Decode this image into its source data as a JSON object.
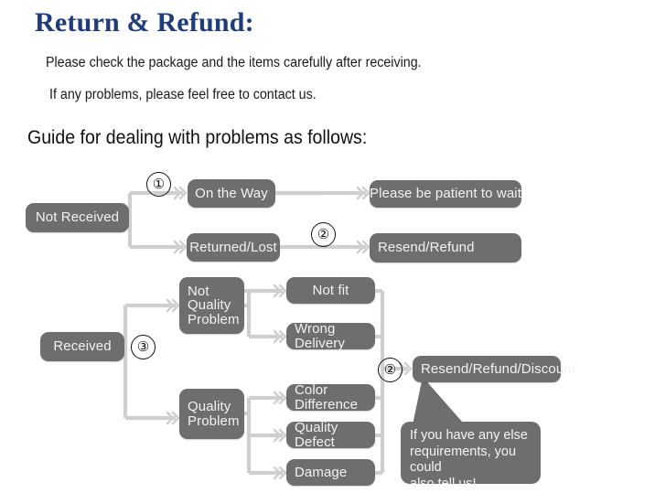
{
  "header": {
    "title": "Return & Refund:",
    "line1": "Please check the package and the items carefully after receiving.",
    "line2": "If any problems, please feel free to contact us.",
    "guide": "Guide for dealing with problems as follows:"
  },
  "colors": {
    "title": "#1f3d7a",
    "node_fill": "#6e6e6e",
    "node_text": "#f2f2f2",
    "connector": "#cfcfcf",
    "background": "#ffffff"
  },
  "flow": {
    "steps": [
      {
        "id": "step-1",
        "label": "①"
      },
      {
        "id": "step-2a",
        "label": "②"
      },
      {
        "id": "step-3",
        "label": "③"
      },
      {
        "id": "step-2b",
        "label": "②"
      }
    ],
    "nodes": [
      {
        "id": "not-received",
        "label": "Not Received"
      },
      {
        "id": "on-the-way",
        "label": "On the Way"
      },
      {
        "id": "returned-lost",
        "label": "Returned/Lost"
      },
      {
        "id": "please-be-patient",
        "label": "Please be patient to wait"
      },
      {
        "id": "resend-refund",
        "label": "Resend/Refund"
      },
      {
        "id": "received",
        "label": "Received"
      },
      {
        "id": "not-quality-problem",
        "label": "Not\nQuality\nProblem"
      },
      {
        "id": "quality-problem",
        "label": "Quality\nProblem"
      },
      {
        "id": "not-fit",
        "label": "Not fit"
      },
      {
        "id": "wrong-delivery",
        "label": "Wrong Delivery"
      },
      {
        "id": "color-difference",
        "label": "Color Difference"
      },
      {
        "id": "quality-defect",
        "label": "Quality Defect"
      },
      {
        "id": "damage",
        "label": "Damage"
      },
      {
        "id": "resend-refund-discount",
        "label": "Resend/Refund/Discount"
      }
    ],
    "callout": "If you have any else\nrequirements, you could\nalso tell us!"
  }
}
